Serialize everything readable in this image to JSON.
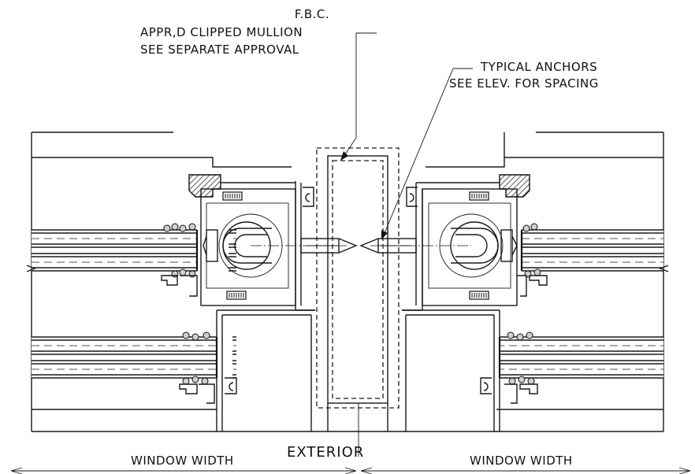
{
  "labels": {
    "fbc": "F.B.C.",
    "mullion_line1": "APPR,D CLIPPED MULLION",
    "mullion_line2": "SEE SEPARATE APPROVAL",
    "anchors_line1": "TYPICAL ANCHORS",
    "anchors_line2": "SEE ELEV. FOR SPACING",
    "exterior": "EXTERIOR",
    "window_width_left": "WINDOW WIDTH",
    "window_width_right": "WINDOW WIDTH"
  }
}
